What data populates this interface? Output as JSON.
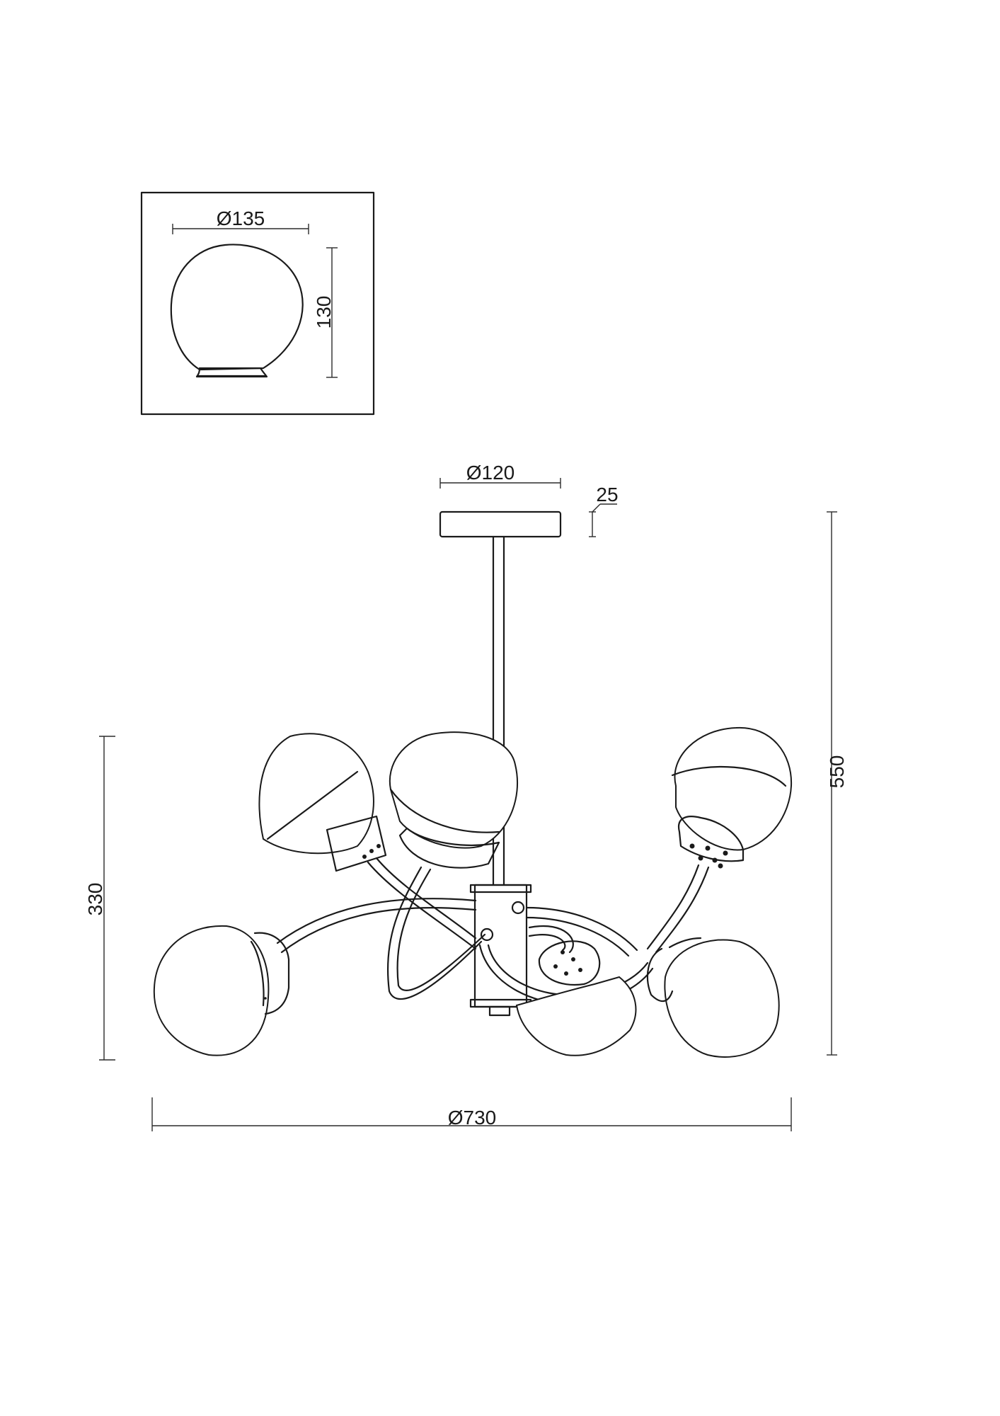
{
  "drawing": {
    "detail": {
      "shade_diameter": "Ø135",
      "shade_height": "130"
    },
    "main": {
      "canopy_diameter": "Ø120",
      "canopy_height": "25",
      "total_height": "550",
      "body_height": "330",
      "overall_diameter": "Ø730"
    }
  },
  "colors": {
    "line": "#1a1a1a",
    "background": "#ffffff"
  }
}
